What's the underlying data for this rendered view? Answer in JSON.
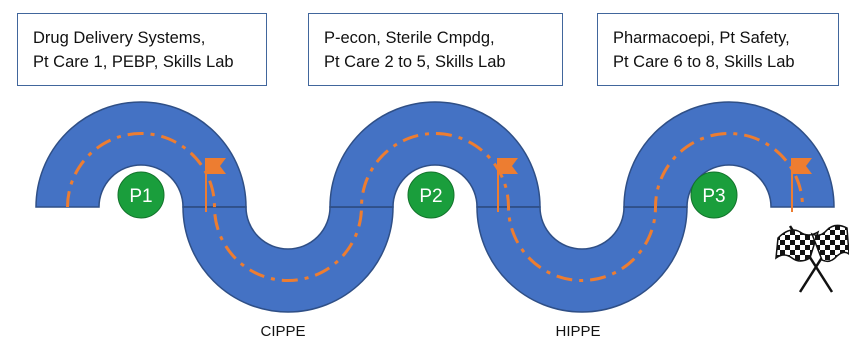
{
  "phases": [
    {
      "badge": "P1",
      "line1": "Drug Delivery Systems,",
      "line2": "Pt Care 1, PEBP, Skills Lab"
    },
    {
      "badge": "P2",
      "line1": "P-econ, Sterile Cmpdg,",
      "line2": "Pt Care 2 to 5, Skills Lab"
    },
    {
      "badge": "P3",
      "line1": "Pharmacoepi, Pt Safety,",
      "line2": "Pt Care 6 to 8, Skills Lab"
    }
  ],
  "milestones": [
    {
      "label": "CIPPE"
    },
    {
      "label": "HIPPE"
    }
  ],
  "colors": {
    "road": "#4472c4",
    "road_edge": "#2f4f86",
    "dash": "#ed7d31",
    "badge": "#1a9e3c",
    "flag": "#ed7d31",
    "box_border": "#41669c"
  },
  "icons": [
    "flag-icon",
    "checkered-finish-flags-icon"
  ]
}
